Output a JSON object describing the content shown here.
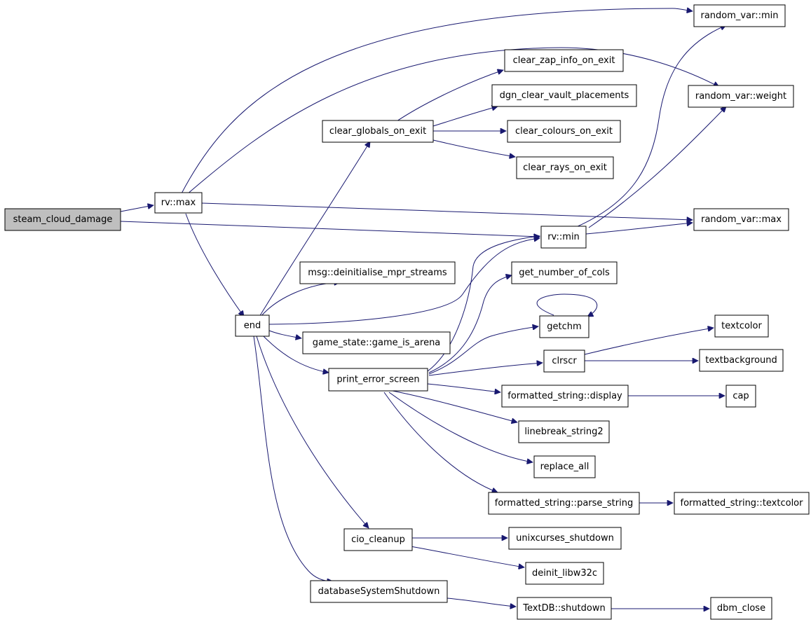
{
  "nodes": {
    "steam_cloud_damage": {
      "label": "steam_cloud_damage",
      "root": true
    },
    "rv_max": {
      "label": "rv::max"
    },
    "random_var_min": {
      "label": "random_var::min"
    },
    "random_var_weight": {
      "label": "random_var::weight"
    },
    "random_var_max": {
      "label": "random_var::max"
    },
    "end": {
      "label": "end"
    },
    "rv_min": {
      "label": "rv::min"
    },
    "clear_zap_info_on_exit": {
      "label": "clear_zap_info_on_exit"
    },
    "dgn_clear_vault_placements": {
      "label": "dgn_clear_vault_placements"
    },
    "clear_globals_on_exit": {
      "label": "clear_globals_on_exit"
    },
    "clear_colours_on_exit": {
      "label": "clear_colours_on_exit"
    },
    "clear_rays_on_exit": {
      "label": "clear_rays_on_exit"
    },
    "msg_deinitialise_mpr_streams": {
      "label": "msg::deinitialise_mpr_streams"
    },
    "game_state_game_is_arena": {
      "label": "game_state::game_is_arena"
    },
    "print_error_screen": {
      "label": "print_error_screen"
    },
    "get_number_of_cols": {
      "label": "get_number_of_cols"
    },
    "getchm": {
      "label": "getchm"
    },
    "clrscr": {
      "label": "clrscr"
    },
    "textcolor": {
      "label": "textcolor"
    },
    "textbackground": {
      "label": "textbackground"
    },
    "formatted_string_display": {
      "label": "formatted_string::display"
    },
    "cap": {
      "label": "cap"
    },
    "linebreak_string2": {
      "label": "linebreak_string2"
    },
    "replace_all": {
      "label": "replace_all"
    },
    "formatted_string_parse_string": {
      "label": "formatted_string::parse_string"
    },
    "formatted_string_textcolor": {
      "label": "formatted_string::textcolor"
    },
    "cio_cleanup": {
      "label": "cio_cleanup"
    },
    "unixcurses_shutdown": {
      "label": "unixcurses_shutdown"
    },
    "deinit_libw32c": {
      "label": "deinit_libw32c"
    },
    "databaseSystemShutdown": {
      "label": "databaseSystemShutdown"
    },
    "TextDB_shutdown": {
      "label": "TextDB::shutdown"
    },
    "dbm_close": {
      "label": "dbm_close"
    }
  },
  "edges": [
    {
      "from": "steam_cloud_damage",
      "to": "rv_max"
    },
    {
      "from": "steam_cloud_damage",
      "to": "rv_min"
    },
    {
      "from": "rv_max",
      "to": "random_var_min"
    },
    {
      "from": "rv_max",
      "to": "random_var_weight"
    },
    {
      "from": "rv_max",
      "to": "random_var_max"
    },
    {
      "from": "rv_max",
      "to": "end"
    },
    {
      "from": "end",
      "to": "clear_globals_on_exit"
    },
    {
      "from": "end",
      "to": "msg_deinitialise_mpr_streams"
    },
    {
      "from": "end",
      "to": "rv_min"
    },
    {
      "from": "end",
      "to": "game_state_game_is_arena"
    },
    {
      "from": "end",
      "to": "print_error_screen"
    },
    {
      "from": "end",
      "to": "cio_cleanup"
    },
    {
      "from": "end",
      "to": "databaseSystemShutdown"
    },
    {
      "from": "clear_globals_on_exit",
      "to": "clear_zap_info_on_exit"
    },
    {
      "from": "clear_globals_on_exit",
      "to": "dgn_clear_vault_placements"
    },
    {
      "from": "clear_globals_on_exit",
      "to": "clear_colours_on_exit"
    },
    {
      "from": "clear_globals_on_exit",
      "to": "clear_rays_on_exit"
    },
    {
      "from": "rv_min",
      "to": "random_var_min"
    },
    {
      "from": "rv_min",
      "to": "random_var_weight"
    },
    {
      "from": "rv_min",
      "to": "random_var_max"
    },
    {
      "from": "print_error_screen",
      "to": "rv_min"
    },
    {
      "from": "print_error_screen",
      "to": "get_number_of_cols"
    },
    {
      "from": "print_error_screen",
      "to": "getchm"
    },
    {
      "from": "print_error_screen",
      "to": "clrscr"
    },
    {
      "from": "print_error_screen",
      "to": "formatted_string_display"
    },
    {
      "from": "print_error_screen",
      "to": "linebreak_string2"
    },
    {
      "from": "print_error_screen",
      "to": "replace_all"
    },
    {
      "from": "print_error_screen",
      "to": "formatted_string_parse_string"
    },
    {
      "from": "getchm",
      "to": "getchm"
    },
    {
      "from": "clrscr",
      "to": "textcolor"
    },
    {
      "from": "clrscr",
      "to": "textbackground"
    },
    {
      "from": "formatted_string_display",
      "to": "cap"
    },
    {
      "from": "formatted_string_parse_string",
      "to": "formatted_string_textcolor"
    },
    {
      "from": "cio_cleanup",
      "to": "unixcurses_shutdown"
    },
    {
      "from": "cio_cleanup",
      "to": "deinit_libw32c"
    },
    {
      "from": "databaseSystemShutdown",
      "to": "TextDB_shutdown"
    },
    {
      "from": "TextDB_shutdown",
      "to": "dbm_close"
    }
  ]
}
